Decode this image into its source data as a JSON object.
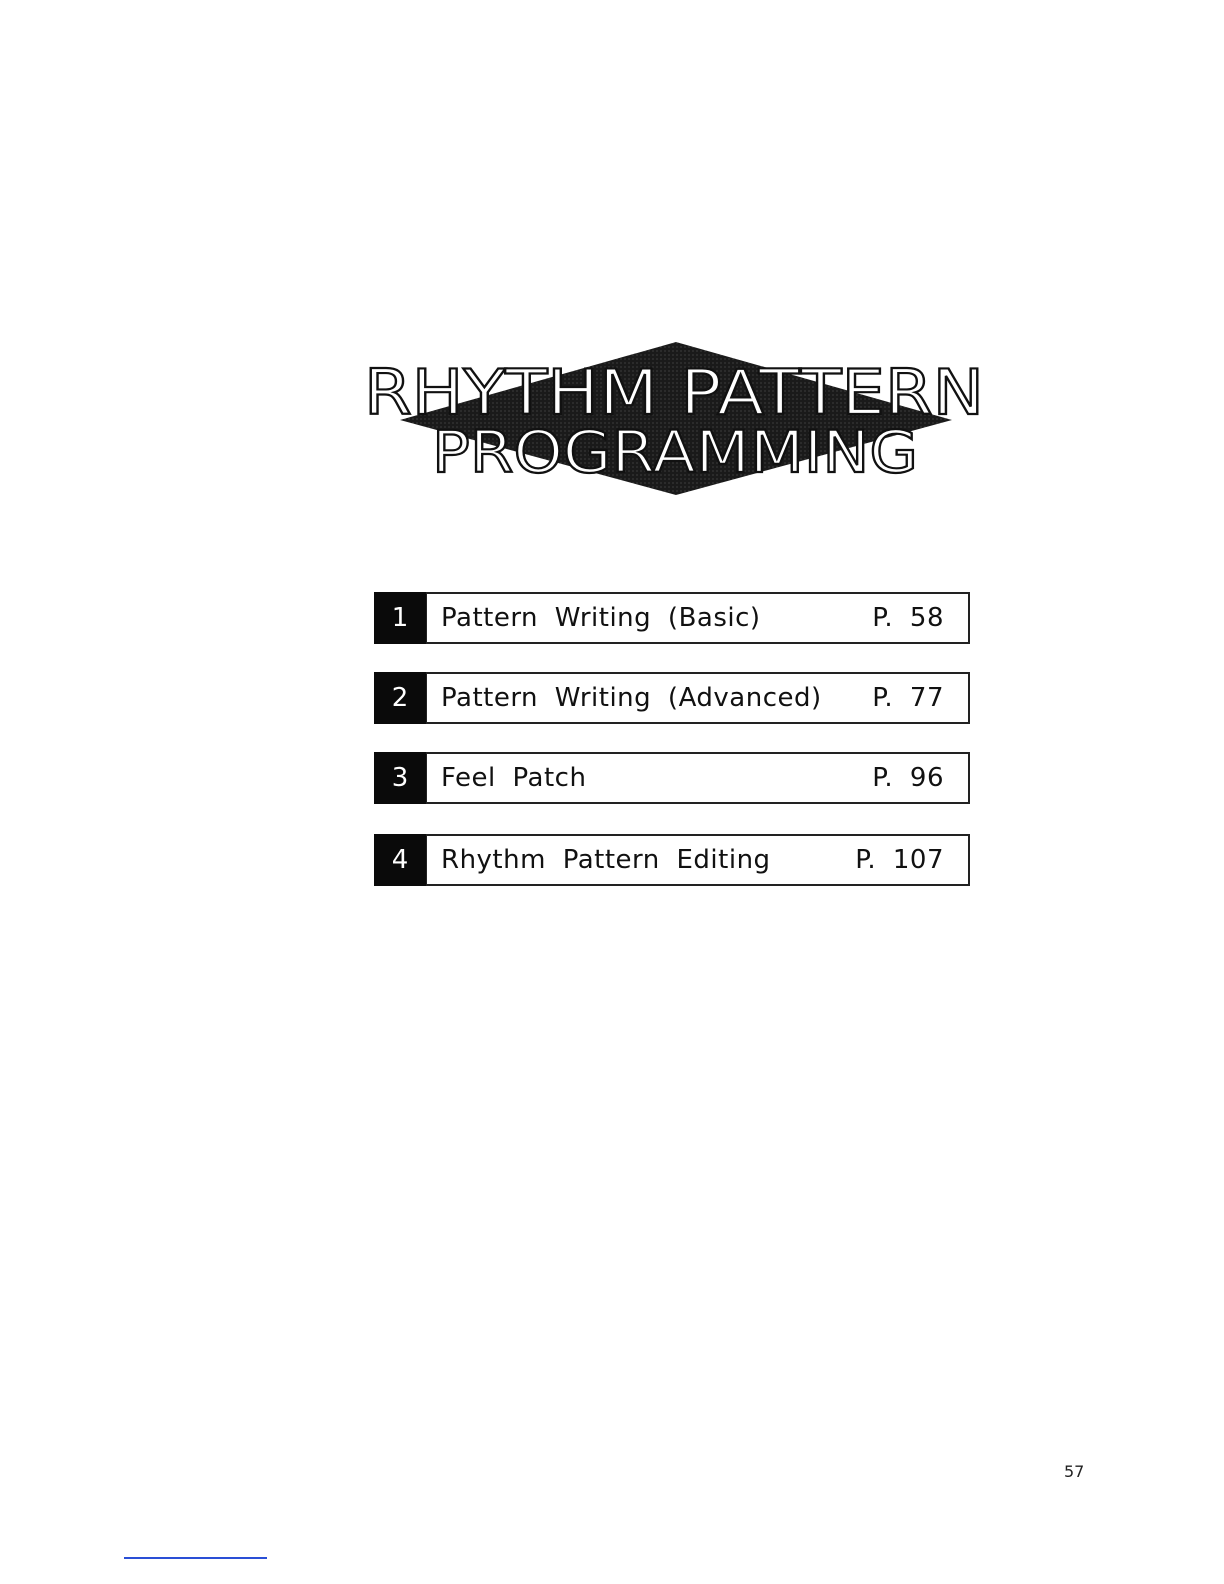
{
  "title": {
    "line1": "RHYTHM PATTERN",
    "line2": "PROGRAMMING"
  },
  "toc": [
    {
      "number": "1",
      "label": "Pattern Writing (Basic)",
      "page": "P. 58"
    },
    {
      "number": "2",
      "label": "Pattern Writing (Advanced)",
      "page": "P. 77"
    },
    {
      "number": "3",
      "label": "Feel Patch",
      "page": "P. 96"
    },
    {
      "number": "4",
      "label": "Rhythm Pattern Editing",
      "page": "P. 107"
    }
  ],
  "page_number": "57",
  "colors": {
    "ink": "#111111",
    "diamond": "#1a1a1a",
    "link": "#2a4fd6"
  }
}
